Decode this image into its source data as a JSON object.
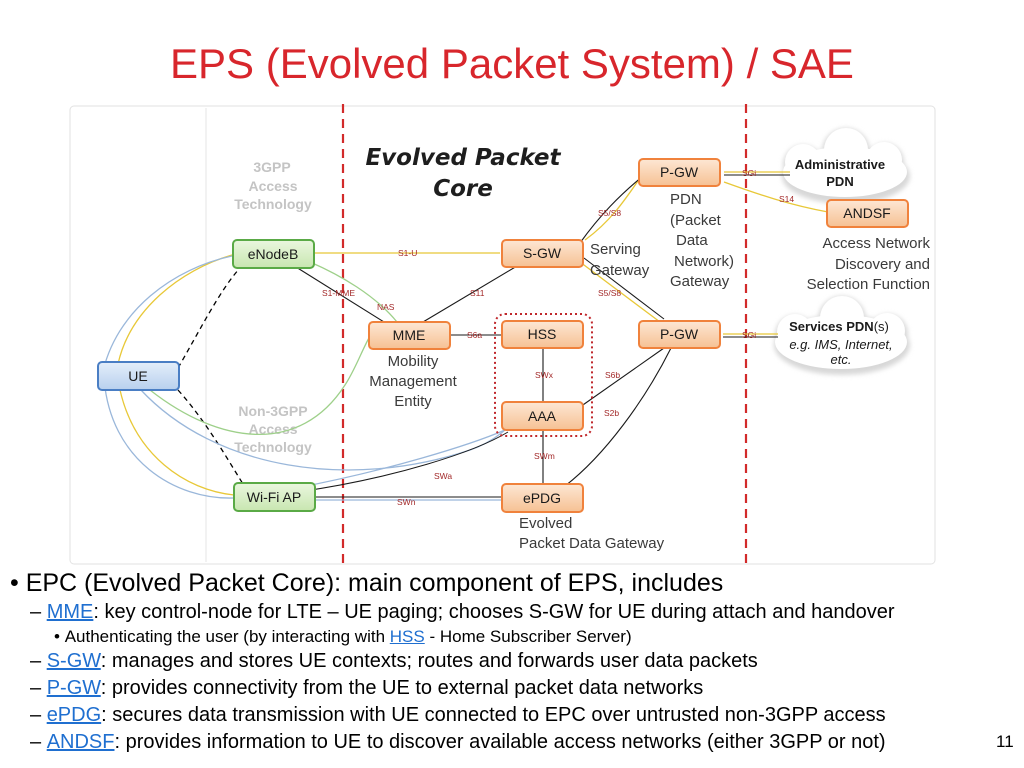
{
  "title": "EPS (Evolved Packet System) / SAE",
  "diagram": {
    "epc_heading": [
      "Evolved Packet",
      "Core"
    ],
    "regions": {
      "threegpp": [
        "3GPP",
        "Access",
        "Technology"
      ],
      "non3gpp": [
        "Non-3GPP",
        "Access",
        "Technology"
      ]
    },
    "nodes": {
      "enodeb": "eNodeB",
      "ue": "UE",
      "wifi": "Wi-Fi AP",
      "mme": "MME",
      "sgw": "S-GW",
      "hss": "HSS",
      "aaa": "AAA",
      "epdg": "ePDG",
      "pgw_top": "P-GW",
      "pgw_mid": "P-GW",
      "andsf": "ANDSF"
    },
    "descriptions": {
      "mme": [
        "Mobility",
        "Management",
        "Entity"
      ],
      "sgw": [
        "Serving",
        "Gateway"
      ],
      "pdn": [
        "PDN",
        "(Packet",
        "Data",
        "Network)",
        "Gateway"
      ],
      "epdg": [
        "Evolved",
        "Packet Data Gateway"
      ],
      "andsf": [
        "Access Network",
        "Discovery and",
        "Selection Function"
      ]
    },
    "clouds": {
      "admin": [
        "Administrative",
        "PDN"
      ],
      "services_title": "Services PDN",
      "services_suffix": "(s)",
      "services_lines": [
        "e.g. IMS, Internet,",
        "etc."
      ]
    },
    "interfaces": {
      "s1u": "S1-U",
      "s1mme": "S1-MME",
      "nas": "NAS",
      "s11": "S11",
      "s6a": "S6a",
      "swx": "SWx",
      "s6b": "S6b",
      "s2b": "S2b",
      "swm": "SWm",
      "swa": "SWa",
      "swn": "SWn",
      "s5s8_top": "S5/S8",
      "s5s8_mid": "S5/S8",
      "sgi_top": "SGi",
      "sgi_mid": "SGi",
      "s14": "S14"
    }
  },
  "bullets": {
    "main": "EPC (Evolved Packet Core): main component of EPS, includes",
    "items": [
      {
        "term": "MME",
        "text": ": key control-node for LTE – UE paging; chooses S-GW for UE during attach and handover"
      },
      {
        "term": "S-GW",
        "text": ": manages and stores UE contexts; routes and forwards user data packets"
      },
      {
        "term": "P-GW",
        "text": ": provides connectivity from the UE to external packet data networks"
      },
      {
        "term": "ePDG",
        "text": ": secures data transmission with UE connected to EPC over untrusted non-3GPP access"
      },
      {
        "term": "ANDSF",
        "text": ": provides information to UE to discover available access networks (either 3GPP or not)"
      }
    ],
    "sub": {
      "before": "Authenticating the user (by interacting with ",
      "term": "HSS",
      "after": " - Home Subscriber Server)"
    }
  },
  "page_number": "11",
  "colors": {
    "title": "#d8262c",
    "boundary": "#d22a2a",
    "node_orange": "#f0823c",
    "node_orange_fill": "#fad7b8",
    "node_green": "#5aaa46",
    "node_green_fill": "#d9efc8",
    "node_blue": "#4a7ec4",
    "node_blue_fill": "#cfe0f4",
    "link": "#1f6fd0"
  }
}
